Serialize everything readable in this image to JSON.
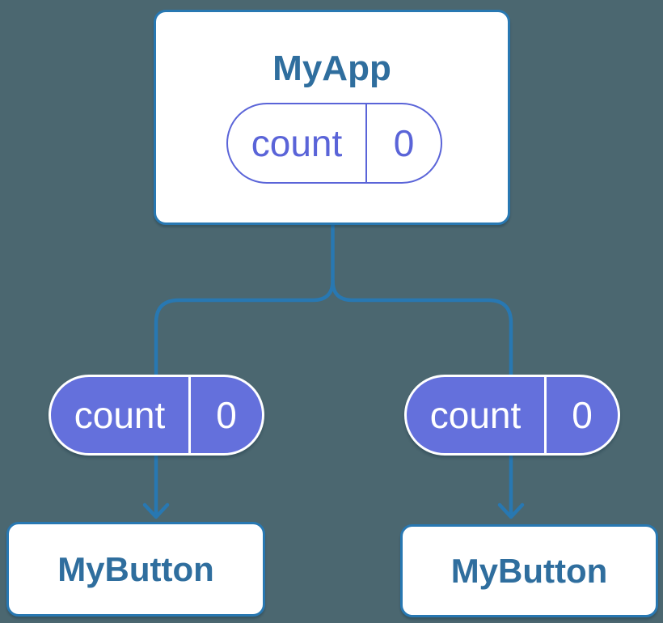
{
  "colors": {
    "bg": "#4b6770",
    "blue": "#2878b2",
    "title": "#2f6e9e",
    "purple": "#5a64d8",
    "purple-fill": "#6470dc",
    "white": "#ffffff"
  },
  "nodes": {
    "root": {
      "title": "MyApp",
      "pill": {
        "label": "count",
        "value": "0"
      }
    },
    "left_child": {
      "title": "MyButton",
      "pill": {
        "label": "count",
        "value": "0"
      }
    },
    "right_child": {
      "title": "MyButton",
      "pill": {
        "label": "count",
        "value": "0"
      }
    }
  }
}
